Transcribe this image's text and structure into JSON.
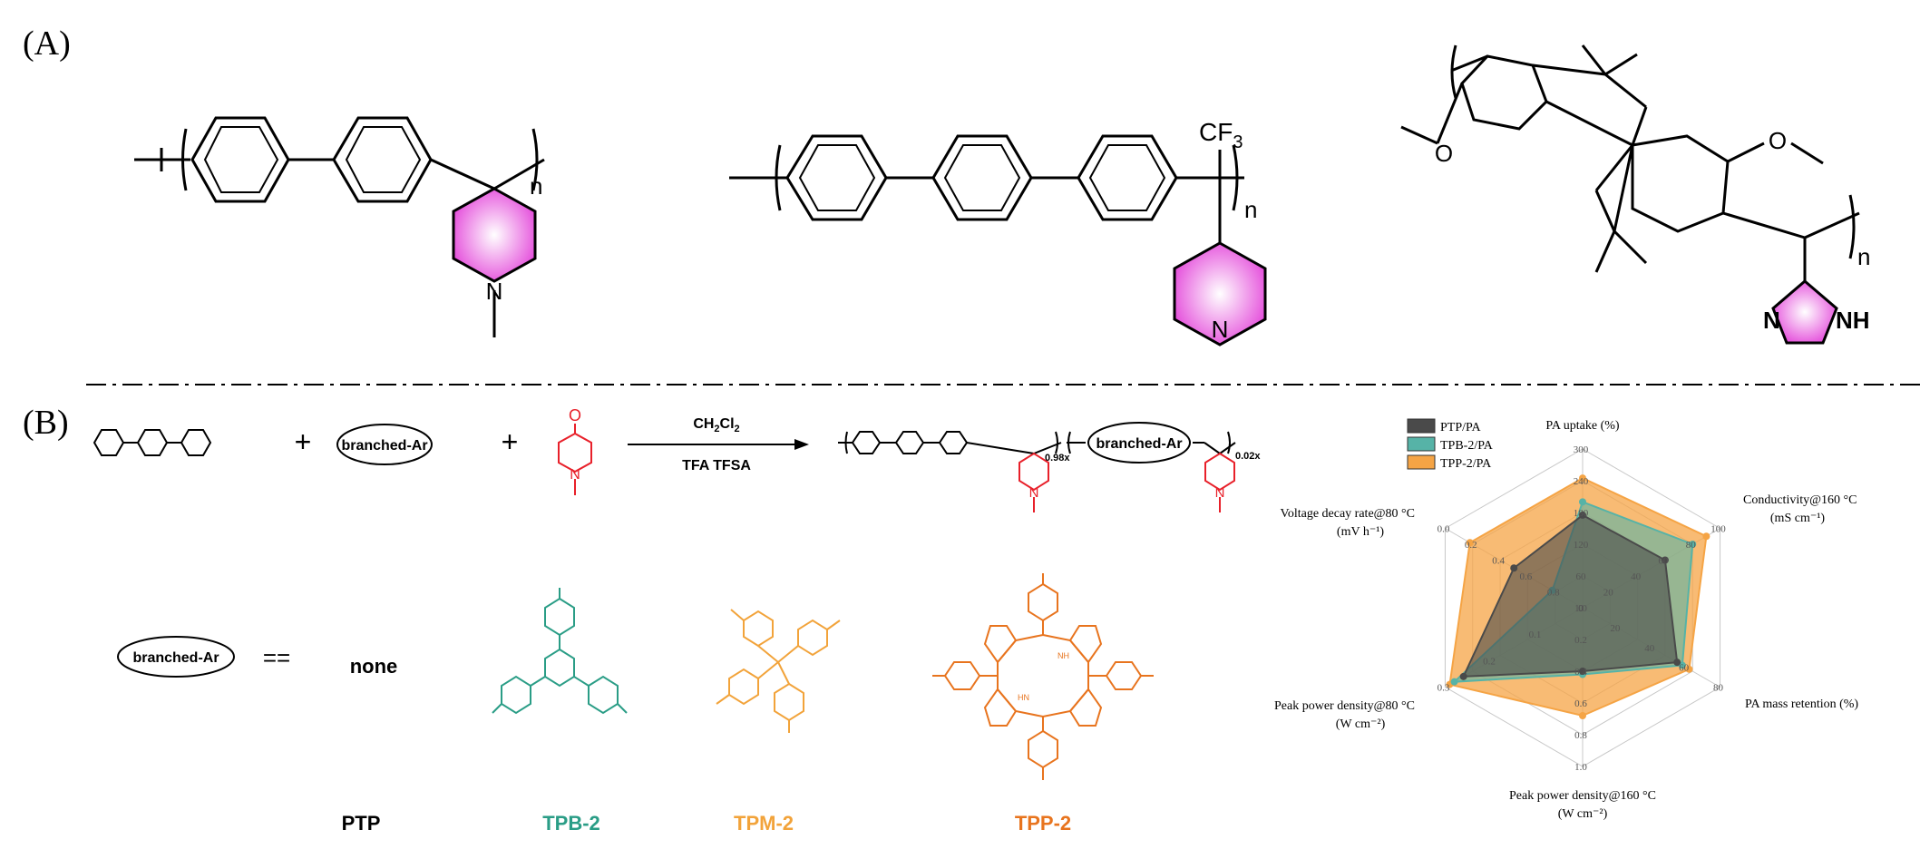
{
  "panel_a": {
    "label": "(A)",
    "s1_n": "n",
    "s2_cf3_main": "CF",
    "s2_cf3_sub": "3",
    "s2_n": "n",
    "s2_pyridine_n": "N",
    "s1_piperidine_n": "N",
    "s3_o_left": "O",
    "s3_o_right": "O",
    "s3_n": "n",
    "s3_imid_n": "N",
    "s3_imid_nh": "NH"
  },
  "panel_b": {
    "label": "(B)",
    "plus": "+",
    "branched_ar": "branched-Ar",
    "reagent_line1_a": "CH",
    "reagent_line1_sub1": "2",
    "reagent_line1_b": "Cl",
    "reagent_line1_sub2": "2",
    "reagent_line2": "TFA  TFSA",
    "ketone_o": "O",
    "ketone_n": "N",
    "product_ratio1": "0.98x",
    "product_ratio2": "0.02x",
    "product_n1": "N",
    "product_n2": "N",
    "equals": "==",
    "none": "none",
    "nh": "NH",
    "hn": "HN"
  },
  "labels": {
    "ptp": "PTP",
    "tpb": "TPB-2",
    "tpm": "TPM-2",
    "tpp": "TPP-2"
  },
  "colors": {
    "magenta": "#e23ed8",
    "red": "#e8202a",
    "teal": "#2a9d86",
    "orange_light": "#f2a33a",
    "orange_dark": "#e8741e",
    "radar_gray": "#4a4a4a",
    "radar_teal": "#56b3a7",
    "radar_orange": "#f5a445"
  },
  "chart_data": {
    "type": "radar",
    "legend": [
      "PTP/PA",
      "TPB-2/PA",
      "TPP-2/PA"
    ],
    "legend_position": "top-left",
    "axes": [
      {
        "label_line1": "PA uptake (%)",
        "label_line2": "",
        "range": [
          0,
          300
        ],
        "ticks": [
          "0",
          "60",
          "120",
          "180",
          "240",
          "300"
        ]
      },
      {
        "label_line1": "Conductivity@160 °C",
        "label_line2": "(mS cm⁻¹)",
        "range": [
          0,
          100
        ],
        "ticks": [
          "0",
          "20",
          "40",
          "60",
          "80",
          "100"
        ]
      },
      {
        "label_line1": "PA mass retention (%)",
        "label_line2": "",
        "range": [
          0,
          80
        ],
        "ticks": [
          "0",
          "20",
          "40",
          "60",
          "80"
        ]
      },
      {
        "label_line1": "Peak power density@160 °C",
        "label_line2": "(W cm⁻²)",
        "range": [
          0,
          1.0
        ],
        "ticks": [
          "0",
          "0.2",
          "0.4",
          "0.6",
          "0.8",
          "1.0"
        ]
      },
      {
        "label_line1": "Peak power density@80 °C",
        "label_line2": "(W cm⁻²)",
        "range": [
          0,
          0.3
        ],
        "ticks": [
          "0",
          "0.1",
          "0.2",
          "0.3"
        ]
      },
      {
        "label_line1": "Voltage decay rate@80 °C",
        "label_line2": "(mV h⁻¹)",
        "range": [
          1.0,
          0.0
        ],
        "ticks": [
          "1.0",
          "0.8",
          "0.6",
          "0.4",
          "0.2",
          "0.0"
        ]
      }
    ],
    "series": [
      {
        "name": "PTP/PA",
        "values": [
          175,
          60,
          55,
          0.4,
          0.26,
          0.5
        ]
      },
      {
        "name": "TPB-2/PA",
        "values": [
          200,
          80,
          58,
          0.42,
          0.28,
          0.78
        ]
      },
      {
        "name": "TPP-2/PA",
        "values": [
          245,
          90,
          62,
          0.68,
          0.29,
          0.18
        ]
      }
    ]
  }
}
